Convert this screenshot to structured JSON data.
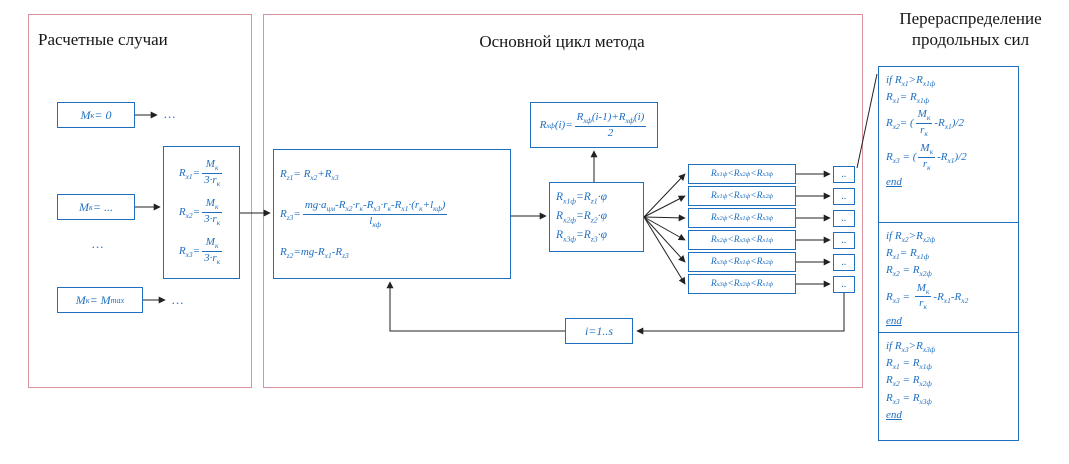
{
  "left_panel": {
    "title": "Расчетные случаи",
    "cases": [
      "M_{к} = 0",
      "M_{к} = ...",
      "M_{к} = M_{max}"
    ],
    "ellipses": [
      "...",
      "...",
      "..."
    ],
    "formulas": [
      "R_{х1}=[[M_{к}||3·r_{к}]]",
      "R_{х2}=[[M_{к}||3·r_{к}]]",
      "R_{х3}=[[M_{к}||3·r_{к}]]"
    ]
  },
  "main_panel": {
    "title": "Основной цикл метода",
    "reaction_formulas": [
      "R_{z1}= R_{х2}+R_{х3}",
      "R_{z3}=[[mg·a_{цм}-R_{х2}·r_{к}-R_{х3}·r_{к}-R_{х1}·(r_{к}+l_{кф})||l_{кф}]]",
      "R_{z2}=mg-R_{х1}-R_{z3}"
    ],
    "averaging_formula": "R_{хф}(i)=[[R_{хф}(i-1)+R_{хф}(i)||2]]",
    "phi_formulas": [
      "R_{х1ф}=R_{z1}·φ",
      "R_{х2ф}=R_{z2}·φ",
      "R_{х3ф}=R_{z3}·φ"
    ],
    "inequalities": [
      "R_{х1ф}<R_{х2ф}<R_{х3ф}",
      "R_{х1ф}<R_{х3ф}<R_{х2ф}",
      "R_{х2ф}<R_{х1ф}<R_{х3ф}",
      "R_{х2ф}<R_{х3ф}<R_{х1ф}",
      "R_{х3ф}<R_{х1ф}<R_{х2ф}",
      "R_{х3ф}<R_{х2ф}<R_{х1ф}"
    ],
    "branch_stub": "..",
    "iteration_label": "i=1..s"
  },
  "right_panel": {
    "title_line1": "Перераспределение",
    "title_line2": "продольных сил",
    "blocks": [
      {
        "lines": [
          "if R_{х1}>R_{х1ф}",
          "R_{х1}= R_{х1ф}",
          "R_{х2}= ([[M_{к}||r_{к}]]-R_{х1})/2",
          "R_{х3} = ([[M_{к}||r_{к}]]-R_{х1})/2",
          "end"
        ]
      },
      {
        "lines": [
          "if R_{х2}>R_{х2ф}",
          "R_{х1}= R_{х1ф}",
          "R_{х2} = R_{х2ф}",
          "R_{х3} = [[M_{к}||r_{к}]]-R_{х1}-R_{х2}",
          "end"
        ]
      },
      {
        "lines": [
          "if R_{х3}>R_{х3ф}",
          "R_{х1} = R_{х1ф}",
          "R_{х2} = R_{х2ф}",
          "R_{х3} = R_{х3ф}",
          "end"
        ]
      }
    ]
  },
  "colors": {
    "box_border": "#1f6fc0",
    "formula_text": "#1f6fc0",
    "panel_border": "#d9939e",
    "connector_line": "#222222"
  }
}
